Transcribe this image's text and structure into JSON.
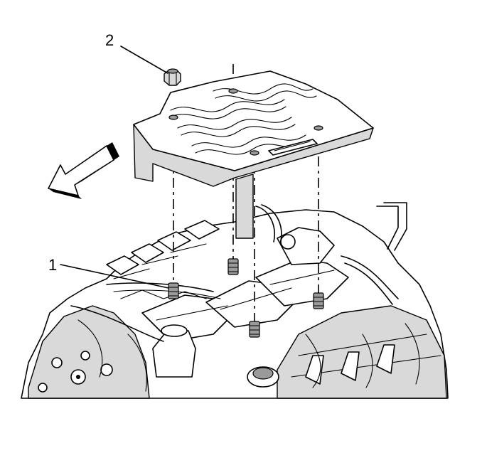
{
  "callouts": [
    {
      "label": "1",
      "meaning": "cover-stud"
    },
    {
      "label": "2",
      "meaning": "cover-nut"
    }
  ],
  "icons": [
    "forward-arrow-icon"
  ]
}
